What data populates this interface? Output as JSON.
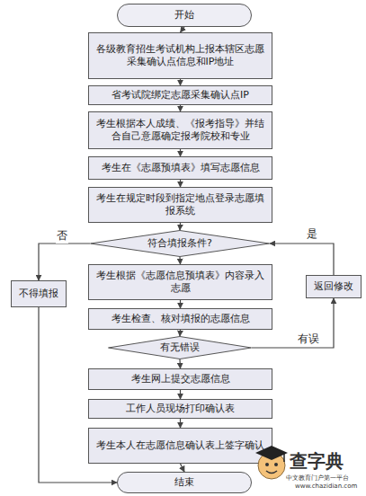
{
  "diagram": {
    "nodes": [
      {
        "text": [
          "开始"
        ]
      },
      {
        "text": [
          "各级教育招生考试机构上报本辖区志愿采集确认点信息和IP地址"
        ]
      },
      {
        "text": [
          "省考试院绑定志愿采集确认点IP"
        ]
      },
      {
        "text": [
          "考生根据本人成绩、《报考指导》并结合自己意愿确定报考院校和专业"
        ]
      },
      {
        "text": [
          "考生在《志愿预填表》填写志愿信息"
        ]
      },
      {
        "text": [
          "考生在规定时段到指定地点登录志愿填报系统"
        ]
      },
      {
        "text": [
          "符合填报条件?"
        ]
      },
      {
        "text": [
          "考生根据《志愿信息预填表》内容录入志愿"
        ]
      },
      {
        "text": [
          "考生检查、核对填报的志愿信息"
        ]
      },
      {
        "text": [
          "有无错误"
        ]
      },
      {
        "text": [
          "考生网上提交志愿信息"
        ]
      },
      {
        "text": [
          "工作人员现场打印确认表"
        ]
      },
      {
        "text": [
          "考生本人在志愿信息确认表上签字确认"
        ]
      },
      {
        "text": [
          "结束"
        ]
      },
      {
        "text": [
          "不得填报"
        ]
      },
      {
        "text": [
          "返回修改"
        ]
      }
    ],
    "edges": [
      {
        "from": 0,
        "to": 1,
        "arrow": "to"
      },
      {
        "from": 1,
        "to": 2,
        "arrow": "to"
      },
      {
        "from": 2,
        "to": 3,
        "arrow": "to"
      },
      {
        "from": 3,
        "to": 4,
        "arrow": "to"
      },
      {
        "from": 4,
        "to": 5,
        "arrow": "to"
      },
      {
        "from": 5,
        "to": 6,
        "arrow": "to"
      },
      {
        "from": 6,
        "to": 14,
        "label": "否",
        "arrow": "to"
      },
      {
        "from": 6,
        "to": 7,
        "label": "是",
        "arrow": "to"
      },
      {
        "from": 7,
        "to": 8,
        "arrow": "to"
      },
      {
        "from": 8,
        "to": 9,
        "arrow": "to"
      },
      {
        "from": 9,
        "to": 15,
        "label": "有误",
        "arrow": "to"
      },
      {
        "from": 15,
        "to": 6,
        "arrow": "to"
      },
      {
        "from": 9,
        "to": 10,
        "arrow": "to"
      },
      {
        "from": 10,
        "to": 11,
        "arrow": "to"
      },
      {
        "from": 11,
        "to": 12,
        "arrow": "to"
      },
      {
        "from": 12,
        "to": 13,
        "arrow": "to"
      },
      {
        "from": 14,
        "to": 13,
        "arrow": "to"
      }
    ],
    "labels": [
      "查字典",
      "中文教育门户第一平台",
      "www.chazidian.com"
    ]
  }
}
